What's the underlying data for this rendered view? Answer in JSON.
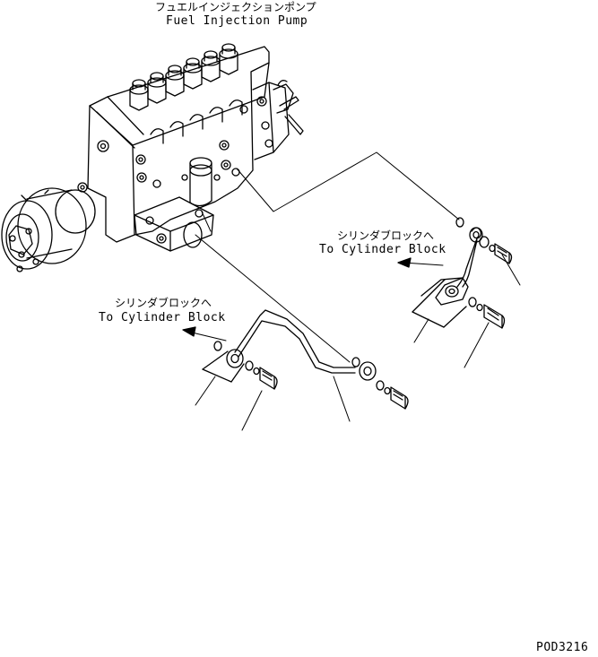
{
  "labels": {
    "pump_jp": "フュエルインジェクションポンプ",
    "pump_en": "Fuel Injection Pump",
    "block_right_jp": "シリンダブロックへ",
    "block_right_en": "To Cylinder Block",
    "block_left_jp": "シリンダブロックへ",
    "block_left_en": "To Cylinder Block",
    "drawing_code": "POD3216"
  },
  "colors": {
    "line": "#000000",
    "background": "#ffffff"
  }
}
